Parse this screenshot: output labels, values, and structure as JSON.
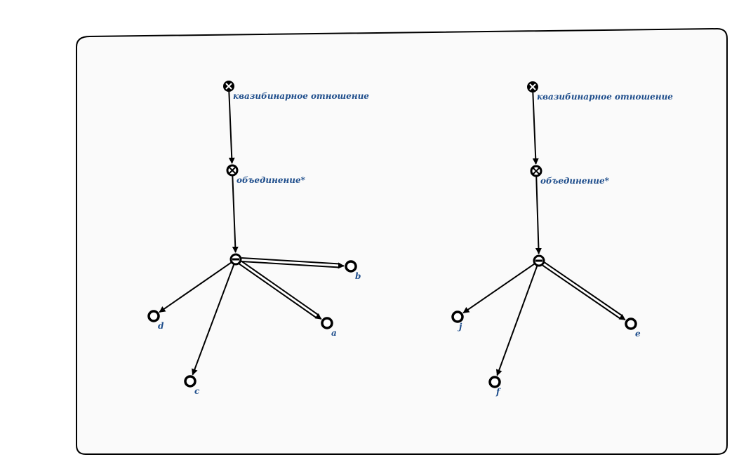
{
  "colors": {
    "label": "#1f4e8c",
    "frame_bg": "#fafafa",
    "frame_border": "#000000",
    "stroke": "#000000"
  },
  "diagrams": [
    {
      "nodes": {
        "rel": {
          "label": "квазибинарное отношение",
          "icon": "filled-cross-circle-icon"
        },
        "union": {
          "label": "объединение*",
          "icon": "cross-circle-icon"
        },
        "tuple": {
          "label": "",
          "icon": "bar-circle-icon"
        },
        "b": {
          "label": "b",
          "icon": "circle-icon"
        },
        "a": {
          "label": "a",
          "icon": "circle-icon"
        },
        "d": {
          "label": "d",
          "icon": "circle-icon"
        },
        "c": {
          "label": "c",
          "icon": "circle-icon"
        }
      },
      "edges": [
        {
          "from": "rel",
          "to": "union",
          "kind": "arc"
        },
        {
          "from": "union",
          "to": "tuple",
          "kind": "arc"
        },
        {
          "from": "tuple",
          "to": "b",
          "kind": "double"
        },
        {
          "from": "tuple",
          "to": "a",
          "kind": "double"
        },
        {
          "from": "tuple",
          "to": "d",
          "kind": "arc"
        },
        {
          "from": "tuple",
          "to": "c",
          "kind": "arc"
        }
      ]
    },
    {
      "nodes": {
        "rel": {
          "label": "квазибинарное отношение",
          "icon": "filled-cross-circle-icon"
        },
        "union": {
          "label": "объединение*",
          "icon": "cross-circle-icon"
        },
        "tuple": {
          "label": "",
          "icon": "bar-circle-icon"
        },
        "e": {
          "label": "e",
          "icon": "circle-icon"
        },
        "j": {
          "label": "j",
          "icon": "circle-icon"
        },
        "f": {
          "label": "f",
          "icon": "circle-icon"
        }
      },
      "edges": [
        {
          "from": "rel",
          "to": "union",
          "kind": "arc"
        },
        {
          "from": "union",
          "to": "tuple",
          "kind": "arc"
        },
        {
          "from": "tuple",
          "to": "e",
          "kind": "double"
        },
        {
          "from": "tuple",
          "to": "j",
          "kind": "arc"
        },
        {
          "from": "tuple",
          "to": "f",
          "kind": "arc"
        }
      ]
    }
  ]
}
